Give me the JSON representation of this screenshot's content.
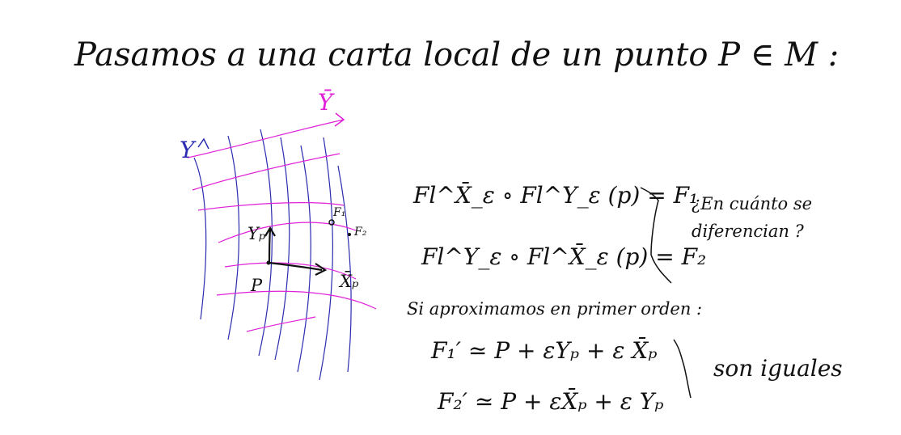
{
  "title": "Pasamos a una carta local de un punto P ∈ M :",
  "figure": {
    "label_Y": "Y",
    "label_Ybar": "Ȳ",
    "point_P": "P",
    "vec_Yp": "Yₚ",
    "vec_Xbar_p": "X̄ₚ",
    "pt_F1": "F₁",
    "pt_F2": "F₂",
    "colors": {
      "blue": "#2b2bb0",
      "magenta": "#e020d8",
      "ink": "#111111"
    }
  },
  "equations": {
    "eq1": "Fl^X̄_ε ∘ Fl^Y_ε (p)  =  F₁",
    "eq2": "Fl^Y_ε ∘ Fl^X̄_ε (p) =  F₂",
    "question": "¿En cuánto se\ndiferencian ?",
    "approx_heading": "Si aproximamos en primer orden :",
    "approx1": "F₁′ ≃  P + εYₚ + ε X̄ₚ",
    "approx2": "F₂′ ≃  P + εX̄ₚ + ε Yₚ",
    "conclusion": "son iguales"
  }
}
